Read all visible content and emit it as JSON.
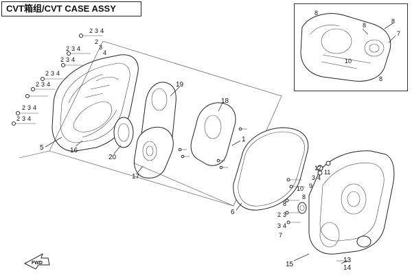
{
  "title": "CVT箱组/CVT CASE ASSY",
  "fwd_label": "FWD",
  "callouts": {
    "c1": "1",
    "c2": "2",
    "c3": "3",
    "c4": "4",
    "c5": "5",
    "c6": "6",
    "c7": "7",
    "c8": "8",
    "c9": "9",
    "c10": "10",
    "c11": "11",
    "c12": "12",
    "c13": "13",
    "c14": "14",
    "c15": "15",
    "c16": "16",
    "c17": "17",
    "c18": "18",
    "c19": "19",
    "c20": "20"
  }
}
